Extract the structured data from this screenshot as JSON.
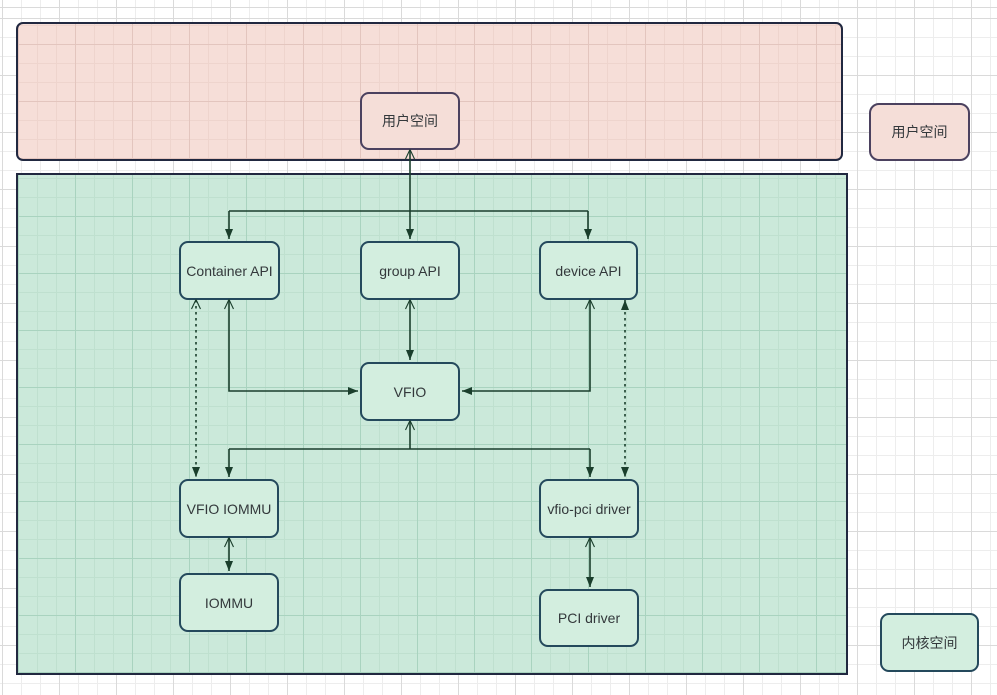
{
  "diagram": {
    "nodes": {
      "user_space_top": {
        "label": "用户空间",
        "variant": "pink"
      },
      "container_api": {
        "label": "Container API",
        "variant": "green"
      },
      "group_api": {
        "label": "group API",
        "variant": "green"
      },
      "device_api": {
        "label": "device API",
        "variant": "green"
      },
      "vfio": {
        "label": "VFIO",
        "variant": "green"
      },
      "vfio_iommu": {
        "label": "VFIO IOMMU",
        "variant": "green"
      },
      "iommu": {
        "label": "IOMMU",
        "variant": "green"
      },
      "vfio_pci_driver": {
        "label": "vfio-pci driver",
        "variant": "green"
      },
      "pci_driver": {
        "label": "PCI driver",
        "variant": "green"
      },
      "user_space_right": {
        "label": "用户空间",
        "variant": "pink"
      },
      "kernel_space_right": {
        "label": "内核空间",
        "variant": "green"
      }
    },
    "edges": [
      {
        "from": "user_space_top",
        "to": "container_api",
        "style": "solid",
        "start_arrow": "open",
        "end_arrow": "filled"
      },
      {
        "from": "user_space_top",
        "to": "group_api",
        "style": "solid",
        "start_arrow": "open",
        "end_arrow": "filled"
      },
      {
        "from": "user_space_top",
        "to": "device_api",
        "style": "solid",
        "start_arrow": "open",
        "end_arrow": "filled"
      },
      {
        "from": "container_api",
        "to": "vfio",
        "style": "solid",
        "start_arrow": "open",
        "end_arrow": "filled"
      },
      {
        "from": "group_api",
        "to": "vfio",
        "style": "solid",
        "start_arrow": "open",
        "end_arrow": "filled"
      },
      {
        "from": "device_api",
        "to": "vfio",
        "style": "solid",
        "start_arrow": "open",
        "end_arrow": "filled"
      },
      {
        "from": "vfio",
        "to": "vfio_iommu",
        "style": "solid",
        "start_arrow": "open",
        "end_arrow": "filled"
      },
      {
        "from": "vfio",
        "to": "vfio_pci_driver",
        "style": "solid",
        "start_arrow": "open",
        "end_arrow": "filled"
      },
      {
        "from": "container_api",
        "to": "vfio_iommu",
        "style": "dashed",
        "start_arrow": "open",
        "end_arrow": "filled"
      },
      {
        "from": "device_api",
        "to": "vfio_pci_driver",
        "style": "dashed",
        "start_arrow": "filled",
        "end_arrow": "filled"
      },
      {
        "from": "vfio_iommu",
        "to": "iommu",
        "style": "solid",
        "start_arrow": "open",
        "end_arrow": "filled"
      },
      {
        "from": "vfio_pci_driver",
        "to": "pci_driver",
        "style": "solid",
        "start_arrow": "open",
        "end_arrow": "filled"
      }
    ],
    "colors": {
      "user_region_fill": "#f6ded8",
      "kernel_region_fill": "#cbe9da",
      "region_border": "#212840",
      "green_node_fill": "#d3eedf",
      "green_node_border": "#24495c",
      "pink_node_fill": "#f5ded8",
      "pink_node_border": "#4b415f",
      "edge_color": "#1a3e2c",
      "text_color": "#33383b"
    }
  }
}
